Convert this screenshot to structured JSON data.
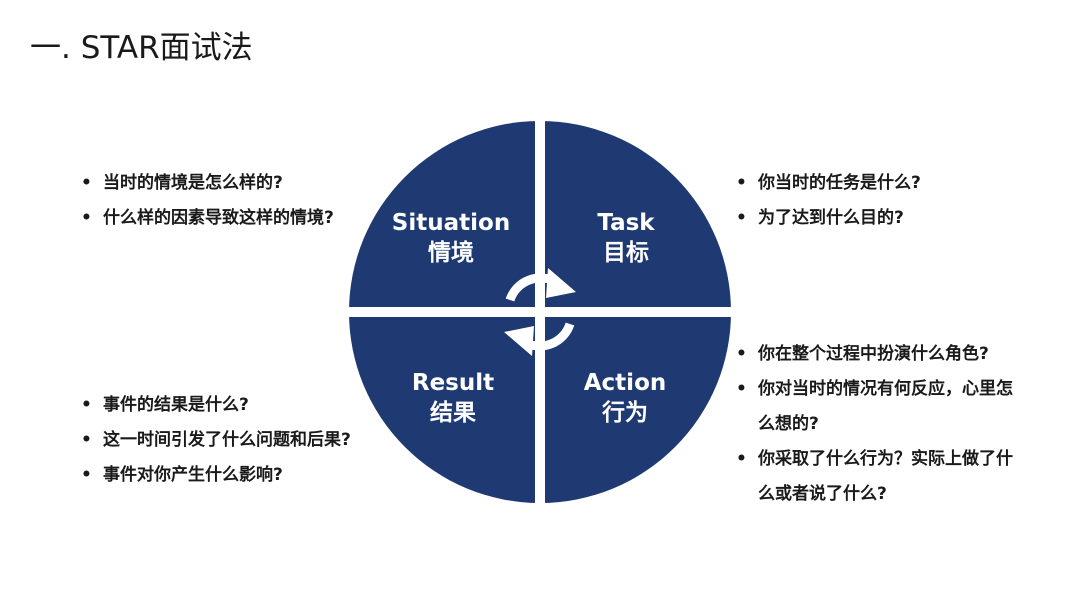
{
  "title": "一. STAR面试法",
  "colors": {
    "quadrant": "#1f3a73",
    "divider": "#ffffff",
    "arrows": "#ffffff"
  },
  "quadrants": {
    "situation": {
      "en": "Situation",
      "zh": "情境"
    },
    "task": {
      "en": "Task",
      "zh": "目标"
    },
    "result": {
      "en": "Result",
      "zh": "结果"
    },
    "action": {
      "en": "Action",
      "zh": "行为"
    }
  },
  "bullets": {
    "situation": [
      "当时的情境是怎么样的?",
      "什么样的因素导致这样的情境?"
    ],
    "task": [
      "你当时的任务是什么?",
      "为了达到什么目的?"
    ],
    "action": [
      {
        "l1": "你在整个过程中扮演什么角色?",
        "l2": ""
      },
      {
        "l1": "你对当时的情况有何反应，心里怎",
        "l2": "么想的?"
      },
      {
        "l1": "你采取了什么行为？实际上做了什",
        "l2": "么或者说了什么?"
      }
    ],
    "result": [
      "事件的结果是什么?",
      "这一时间引发了什么问题和后果?",
      "事件对你产生什么影响?"
    ]
  }
}
